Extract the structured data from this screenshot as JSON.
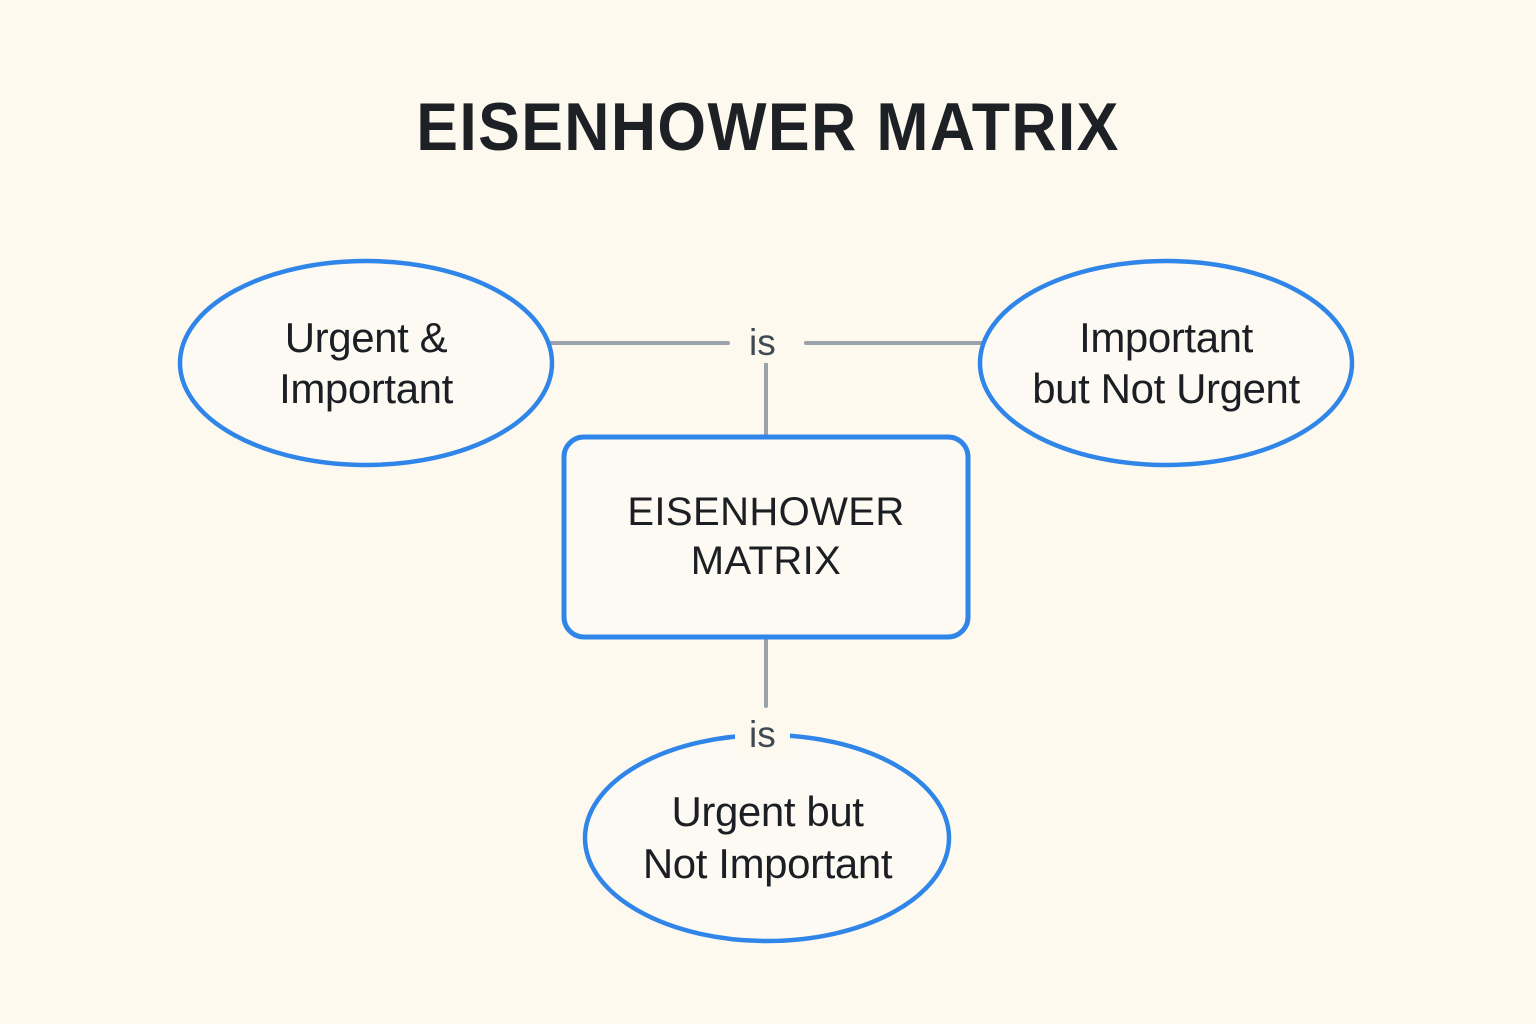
{
  "title": "EISENHOWER MATRIX",
  "theme": {
    "background": "#fdf9ef",
    "node_stroke": "#2f86e8",
    "node_fill": "#fdfaf3",
    "edge_line": "#9aa3ab",
    "text": "#1b1f23",
    "edge_label_text": "#3f4a52"
  },
  "center_node": {
    "shape": "rounded-rectangle",
    "line1": "EISENHOWER",
    "line2": "MATRIX"
  },
  "nodes": [
    {
      "id": "urgent-important",
      "shape": "ellipse",
      "position": "left",
      "line1": "Urgent &",
      "line2": "Important"
    },
    {
      "id": "important-not-urgent",
      "shape": "ellipse",
      "position": "right",
      "line1": "Important",
      "line2": "but Not Urgent"
    },
    {
      "id": "urgent-not-important",
      "shape": "ellipse",
      "position": "bottom",
      "line1": "Urgent but",
      "line2": "Not Important"
    }
  ],
  "edges": [
    {
      "id": "edge-left",
      "from": "center",
      "to": "urgent-important",
      "label": "is"
    },
    {
      "id": "edge-right",
      "from": "center",
      "to": "important-not-urgent",
      "label": "is"
    },
    {
      "id": "edge-bottom",
      "from": "center",
      "to": "urgent-not-important",
      "label": "is"
    }
  ]
}
